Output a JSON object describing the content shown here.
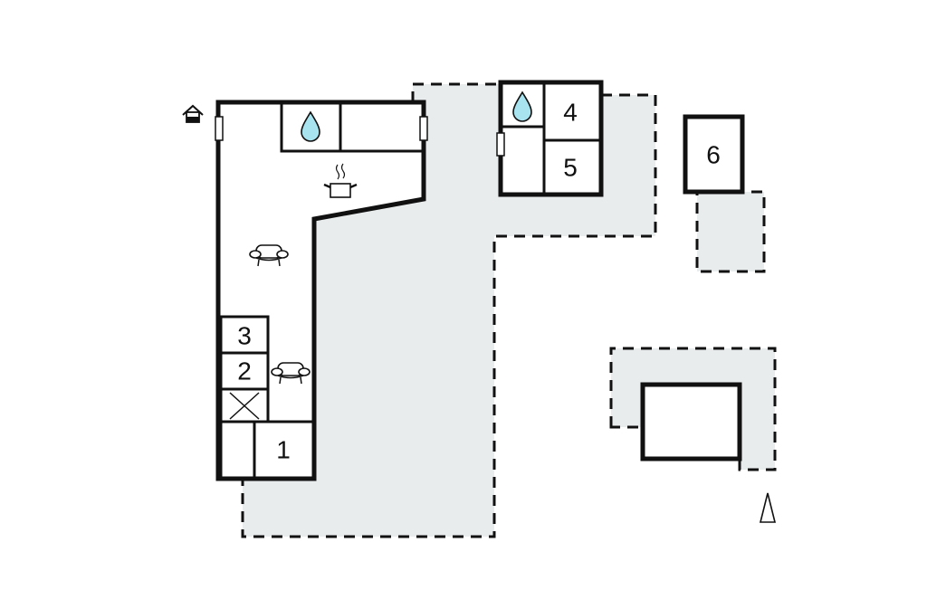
{
  "plan": {
    "rooms": [
      {
        "id": "room-1",
        "label": "1"
      },
      {
        "id": "room-2",
        "label": "2"
      },
      {
        "id": "room-3",
        "label": "3"
      },
      {
        "id": "room-4",
        "label": "4"
      },
      {
        "id": "room-5",
        "label": "5"
      },
      {
        "id": "room-6",
        "label": "6"
      }
    ],
    "icons": [
      "entrance-house-icon",
      "water-drop-icon",
      "cooking-pot-icon",
      "sofa-icon",
      "north-arrow-icon",
      "window-icon"
    ],
    "colors": {
      "terrace": "#e9eced",
      "wall": "#111111",
      "water": "#a8e4ef"
    }
  }
}
